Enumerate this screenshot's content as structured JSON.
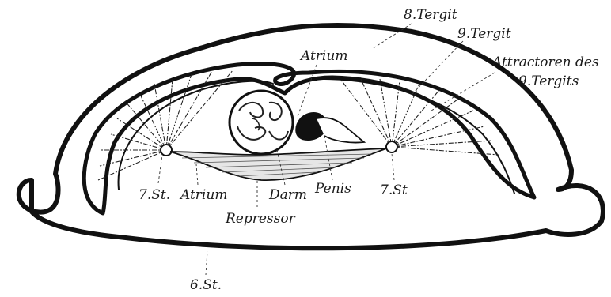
{
  "figure": {
    "labels": {
      "tergit8": "8.Tergit",
      "tergit9": "9.Tergit",
      "attractoren_line1": "Attractoren des",
      "attractoren_line2": "9.Tergits",
      "atrium_top": "Atrium",
      "st7_left": "7.St.",
      "atrium_bottom": "Atrium",
      "repressor": "Repressor",
      "darm": "Darm",
      "penis": "Penis",
      "st7_right": "7.St",
      "st6": "6.St."
    }
  }
}
